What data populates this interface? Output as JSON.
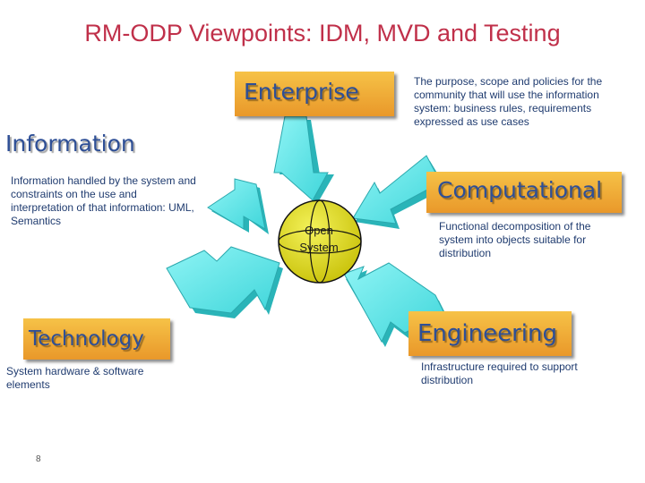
{
  "title": "RM-ODP Viewpoints: IDM, MVD and Testing",
  "center": {
    "label": "Open System"
  },
  "viewpoints": {
    "enterprise": {
      "label": "Enterprise",
      "description": "The purpose, scope and policies for the community that will use the information system: business rules, requirements expressed as use cases"
    },
    "information": {
      "label": "Information",
      "description": "Information handled by the system and constraints on the use and interpretation of that information: UML, Semantics"
    },
    "computational": {
      "label": "Computational",
      "description": "Functional decomposition of the system into objects suitable for distribution"
    },
    "technology": {
      "label": "Technology",
      "description": "System hardware & software elements"
    },
    "engineering": {
      "label": "Engineering",
      "description": "Infrastructure required to support distribution"
    }
  },
  "page_number": "8",
  "colors": {
    "title": "#c0304a",
    "label_text": "#2e4f96",
    "box_fill": "#f0b53a",
    "arrow_fill": "#5fe8ea",
    "arrow_shade": "#2ab4b8",
    "sphere_fill": "#e8e41e"
  }
}
